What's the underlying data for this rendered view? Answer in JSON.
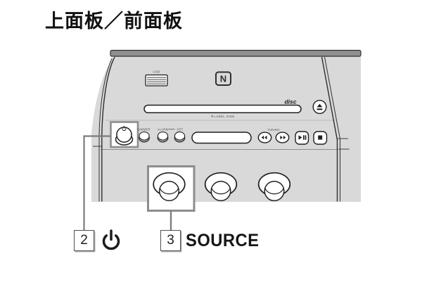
{
  "title": "上面板／前面板",
  "device": {
    "usb_label": "USB",
    "nfc_mark": "N",
    "disc_logo": "disc",
    "disc_slot_hint": "▼LABEL SIDE",
    "dimmer_label": "DIMMER",
    "alarm_label": "ALARM",
    "set_label": "SET",
    "tuning_label": "TUNING"
  },
  "callouts": {
    "power": {
      "number": "2"
    },
    "source": {
      "number": "3",
      "label": "SOURCE"
    }
  },
  "colors": {
    "background": "#ffffff",
    "panel_gray": "#d9d9d9",
    "line_dark": "#1f1f1f",
    "highlight_box_border": "#8d8d8d",
    "leader_line": "#7c7c7c",
    "text_black": "#111111"
  }
}
